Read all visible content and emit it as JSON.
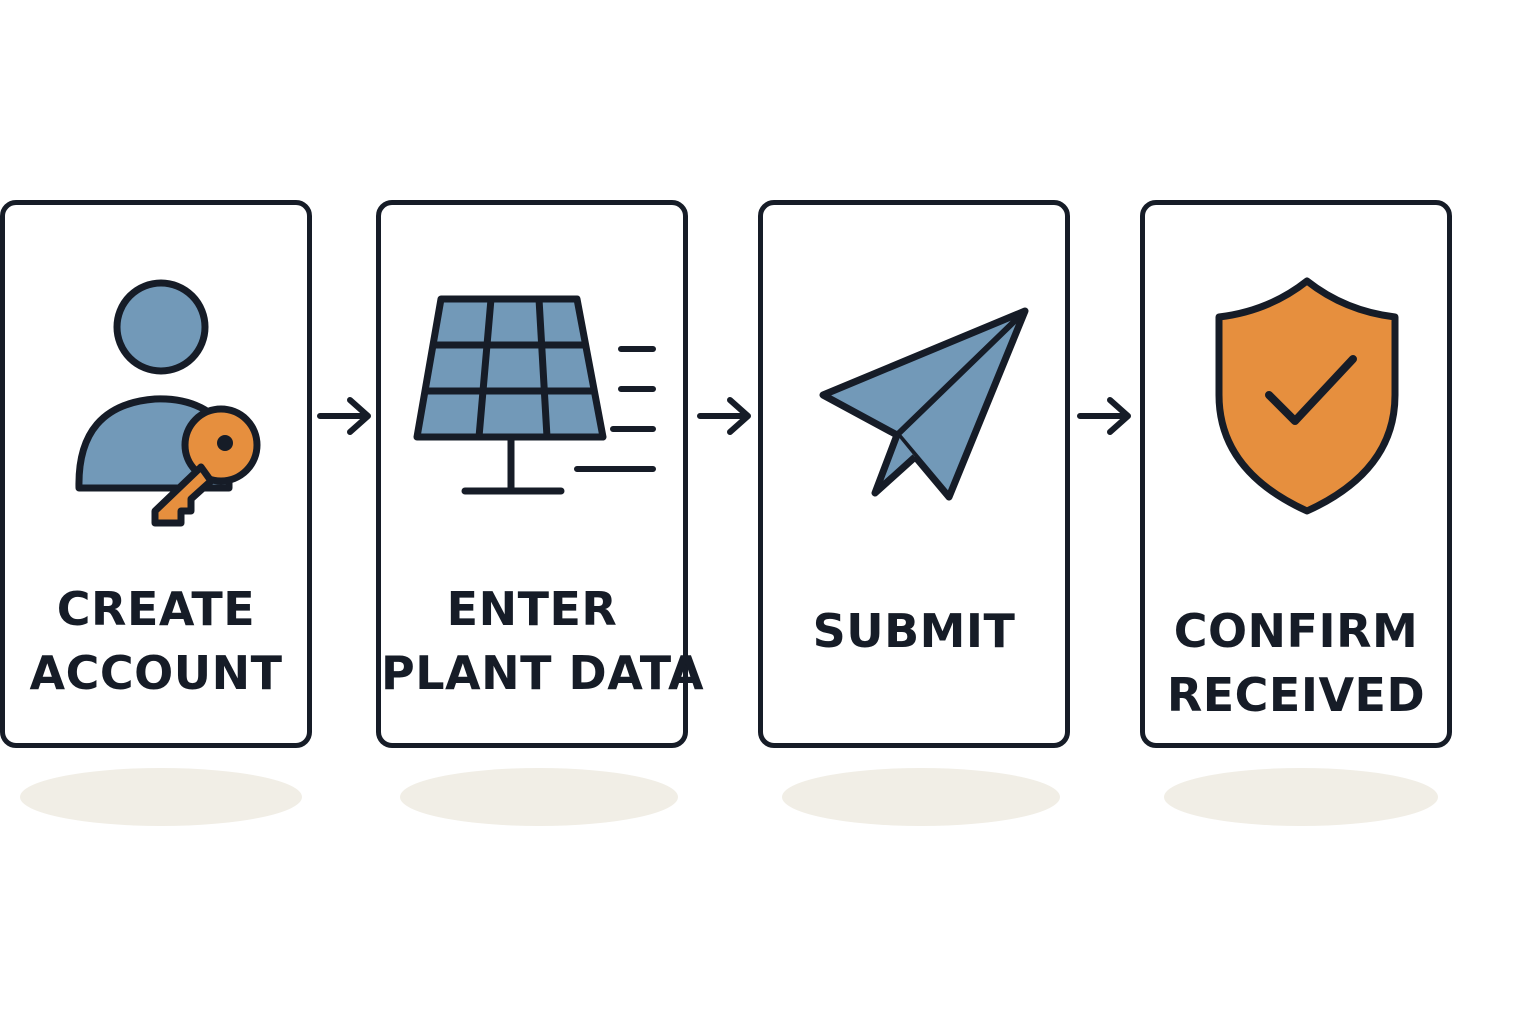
{
  "steps": [
    {
      "id": "create-account",
      "icon": "user-key-icon",
      "line1": "CREATE",
      "line2": "ACCOUNT"
    },
    {
      "id": "enter-plant-data",
      "icon": "solar-panel-icon",
      "line1": "ENTER",
      "line2": "PLANT DATA"
    },
    {
      "id": "submit",
      "icon": "paper-plane-icon",
      "line1": "SUBMIT"
    },
    {
      "id": "confirm-received",
      "icon": "shield-check-icon",
      "line1": "CONFIRM",
      "line2": "RECEIVED"
    }
  ],
  "colors": {
    "outline": "#161c27",
    "blue": "#7299b8",
    "orange": "#e68f3e",
    "shadow": "#f1eee6"
  }
}
